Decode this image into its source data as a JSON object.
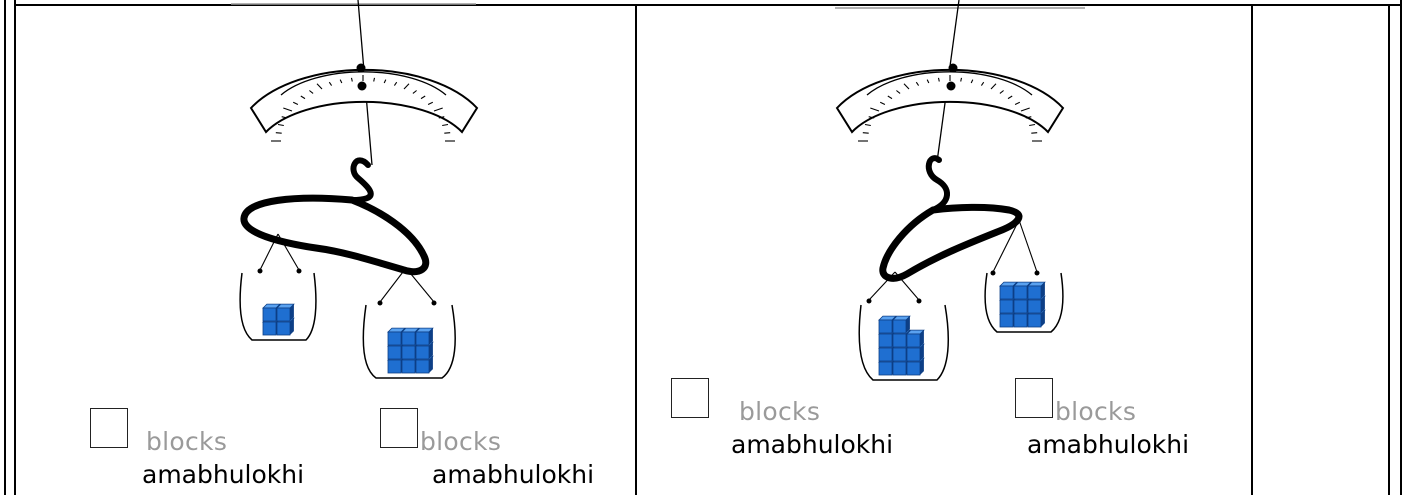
{
  "panels": [
    {
      "id": "panel-1",
      "left_bucket": {
        "blocks": 4
      },
      "right_bucket": {
        "blocks": 9
      },
      "answers": [
        {
          "english": "blocks",
          "isizulu": "amabhulokhi"
        },
        {
          "english": "blocks",
          "isizulu": "amabhulokhi"
        }
      ]
    },
    {
      "id": "panel-2",
      "left_bucket": {
        "blocks": 11
      },
      "right_bucket": {
        "blocks": 9
      },
      "answers": [
        {
          "english": "blocks",
          "isizulu": "amabhulokhi"
        },
        {
          "english": "blocks",
          "isizulu": "amabhulokhi"
        }
      ]
    }
  ],
  "colors": {
    "block": "#1f6fd1",
    "block_dark": "#0d3f86",
    "line": "#000000"
  }
}
